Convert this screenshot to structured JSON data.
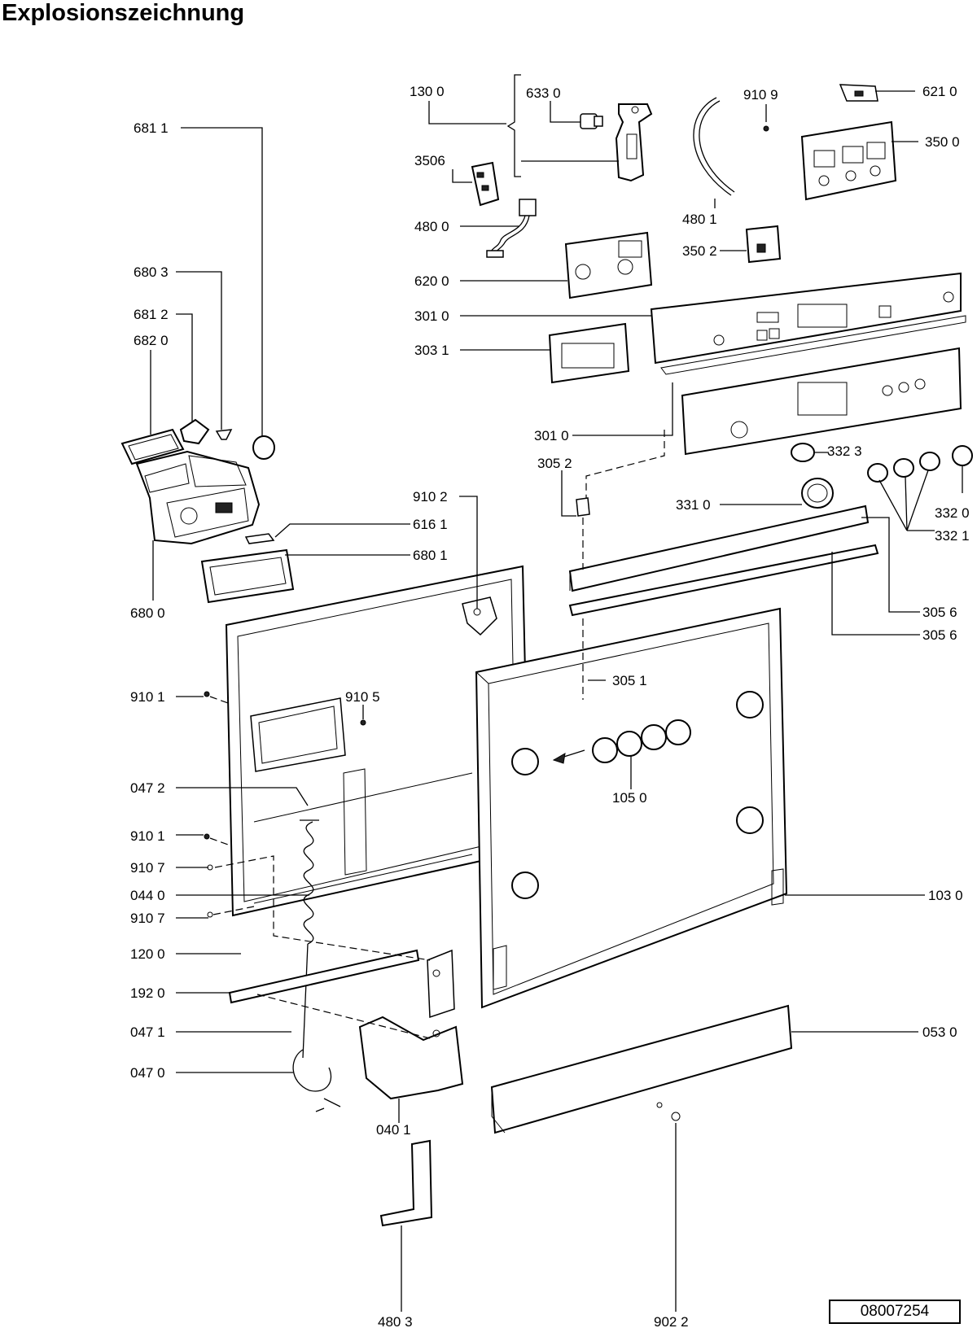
{
  "title": "Explosionszeichnung",
  "doc_number": "08007254",
  "labels": {
    "l1300": "130 0",
    "l6330": "633 0",
    "l9109": "910 9",
    "l6210": "621 0",
    "l6811": "681 1",
    "l3506": "3506",
    "l3500": "350 0",
    "l4800": "480 0",
    "l4801": "480 1",
    "l3502": "350 2",
    "l6803": "680 3",
    "l6200": "620 0",
    "l6812": "681 2",
    "l3010a": "301 0",
    "l6820": "682 0",
    "l3031": "303 1",
    "l3010b": "301 0",
    "l3323": "332 3",
    "l3052": "305 2",
    "l9102": "910 2",
    "l3310": "331 0",
    "l3320": "332 0",
    "l6161": "616 1",
    "l3321": "332 1",
    "l6801": "680 1",
    "l6800": "680 0",
    "l3056a": "305 6",
    "l3056b": "305 6",
    "l3051": "305 1",
    "l9101a": "910 1",
    "l9105": "910 5",
    "l0472": "047 2",
    "l1050": "105 0",
    "l9101b": "910 1",
    "l9107a": "910 7",
    "l0440": "044 0",
    "l1030": "103 0",
    "l9107b": "910 7",
    "l1200": "120 0",
    "l1920": "192 0",
    "l0471": "047 1",
    "l0530": "053 0",
    "l0470": "047 0",
    "l0401": "040 1",
    "l4803": "480 3",
    "l9022": "902 2"
  }
}
